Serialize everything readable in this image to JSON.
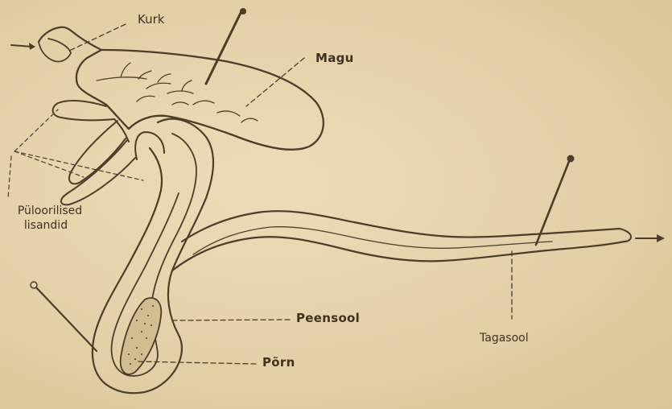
{
  "labels": {
    "kurk": "Kurk",
    "magu": "Magu",
    "pyloric_line1": "Püloorilised",
    "pyloric_line2": "lisandid",
    "peensool": "Peensool",
    "porn": "Põrn",
    "tagasool": "Tagasool"
  },
  "colors": {
    "paper": "#e6d4ad",
    "ink": "#4a3d2a"
  }
}
